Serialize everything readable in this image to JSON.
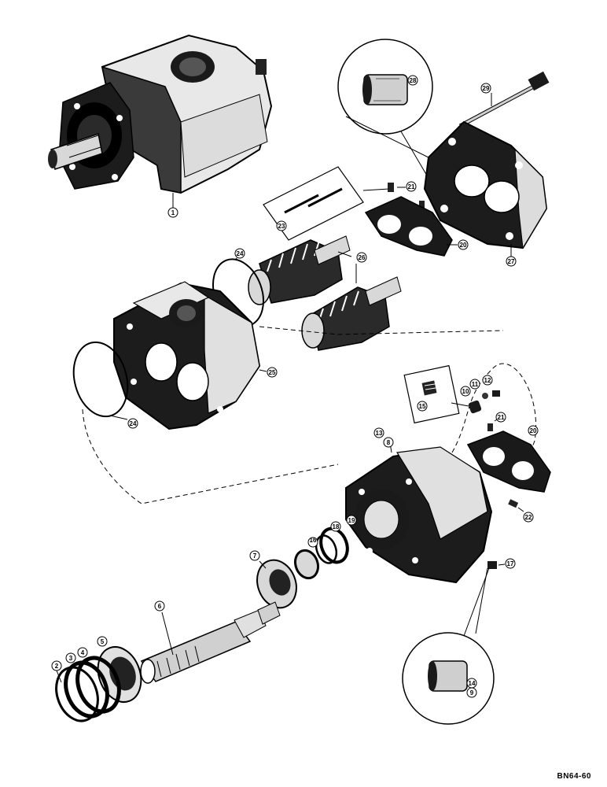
{
  "callouts": {
    "c1": "1",
    "c2": "2",
    "c3": "3",
    "c4": "4",
    "c5": "5",
    "c6": "6",
    "c7": "7",
    "c8": "8",
    "c9": "9",
    "c10": "10",
    "c11": "11",
    "c12": "12",
    "c13": "13",
    "c14": "14",
    "c15": "15",
    "c16": "16",
    "c17": "17",
    "c18": "18",
    "c19": "19",
    "c20": "20",
    "c21": "21",
    "c22": "22",
    "c23": "23",
    "c24": "24",
    "c25": "25",
    "c26": "26",
    "c27": "27",
    "c28": "28",
    "c29": "29"
  },
  "reference_code": "BN64-60"
}
